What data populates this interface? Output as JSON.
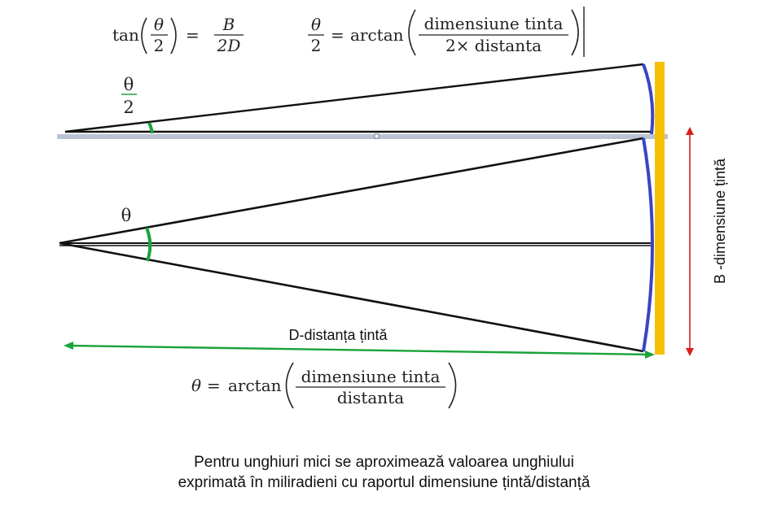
{
  "formulas": {
    "f1": {
      "lhs_fn": "tan",
      "lhs_num": "θ",
      "lhs_den": "2",
      "eq": "=",
      "rhs_num": "B",
      "rhs_den": "2D"
    },
    "f2": {
      "lhs_num": "θ",
      "lhs_den": "2",
      "eq": "=",
      "fn": "arctan",
      "num": "dimensiune tinta",
      "den": "2× distanta"
    },
    "f3": {
      "lhs": "θ",
      "eq": "=",
      "fn": "arctan",
      "num": "dimensiune tinta",
      "den": "distanta"
    }
  },
  "labels": {
    "half_angle_num": "θ",
    "half_angle_den": "2",
    "full_angle": "θ",
    "distance": "D-distanța țintă",
    "target_size": "B -dimensiune țintă"
  },
  "caption": {
    "line1": "Pentru unghiuri mici se aproximează valoarea unghiului",
    "line2": "exprimată în miliradieni cu raportul dimensiune țintă/distanță"
  },
  "colors": {
    "green": "#1aa33a",
    "blue": "#3a45c0",
    "gold": "#f5c000",
    "red": "#d81e1e",
    "gray_bar": "#b9c3d3",
    "ink": "#111111"
  }
}
